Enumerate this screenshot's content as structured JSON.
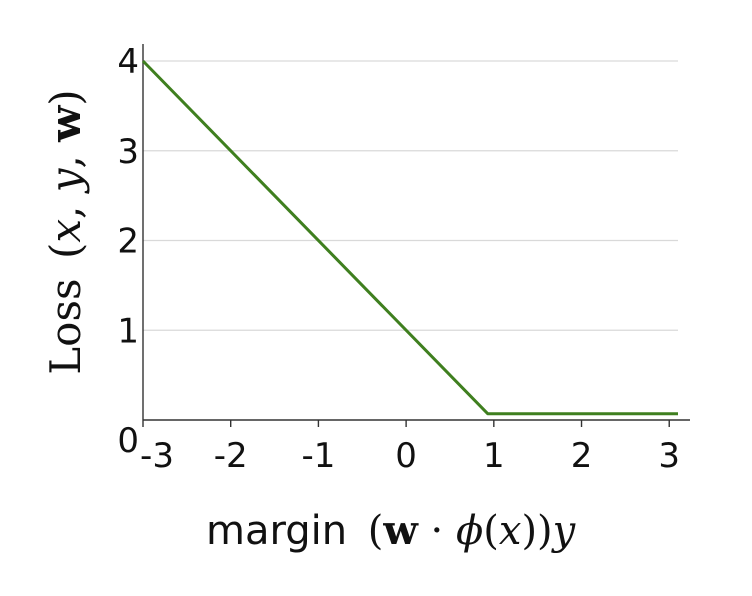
{
  "chart_data": {
    "type": "line",
    "xlabel": "margin (w · ϕ(x))y",
    "xlabel_parts": {
      "word": "margin",
      "open": "(",
      "w": "w",
      "dot": " · ",
      "phi": "ϕ",
      "lp": "(",
      "x": "x",
      "rp": "))",
      "y": "y"
    },
    "ylabel": "Loss (x, y, w)",
    "ylabel_parts": {
      "word": "Loss",
      "open": "(",
      "x": "x",
      "c1": ", ",
      "y": "y",
      "c2": ", ",
      "w": "w",
      "close": ")"
    },
    "x_ticks": [
      "-3",
      "-2",
      "-1",
      "0",
      "1",
      "2",
      "3"
    ],
    "y_ticks": [
      "0",
      "1",
      "2",
      "3",
      "4"
    ],
    "xlim": [
      -3,
      3.1
    ],
    "ylim": [
      0,
      4
    ],
    "grid": "horizontal",
    "series": [
      {
        "x": [
          -3,
          0.93,
          3.1
        ],
        "y": [
          4,
          0.07,
          0.07
        ],
        "color": "#3f7f1f"
      }
    ]
  }
}
